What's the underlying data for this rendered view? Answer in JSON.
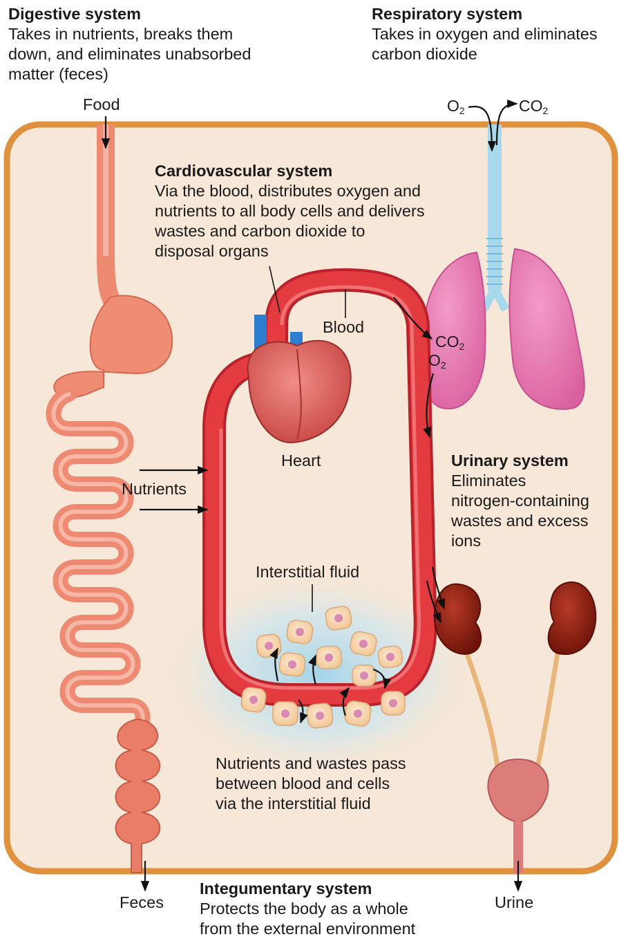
{
  "systems": {
    "digestive": {
      "title": "Digestive system",
      "lines": [
        "Takes in nutrients, breaks them",
        "down, and eliminates unabsorbed",
        "matter (feces)"
      ]
    },
    "respiratory": {
      "title": "Respiratory system",
      "lines": [
        "Takes in oxygen and eliminates",
        "carbon dioxide"
      ]
    },
    "cardiovascular": {
      "title": "Cardiovascular system",
      "lines": [
        "Via the blood, distributes oxygen and",
        "nutrients to all body cells and delivers",
        "wastes and carbon dioxide to",
        "disposal organs"
      ]
    },
    "urinary": {
      "title": "Urinary system",
      "lines": [
        "Eliminates",
        "nitrogen-containing",
        "wastes and excess",
        "ions"
      ]
    },
    "integumentary": {
      "title": "Integumentary system",
      "lines": [
        "Protects the body as a whole",
        "from the external environment"
      ]
    }
  },
  "labels": {
    "food": "Food",
    "feces": "Feces",
    "urine": "Urine",
    "nutrients": "Nutrients",
    "blood": "Blood",
    "heart": "Heart",
    "interstitial_fluid": "Interstitial fluid",
    "exchange_note": [
      "Nutrients and wastes pass",
      "between blood and cells",
      "via the interstitial fluid"
    ]
  },
  "gases": {
    "o2": {
      "text": "O",
      "sub": "2"
    },
    "co2": {
      "text": "CO",
      "sub": "2"
    }
  },
  "colors": {
    "body_fill": "#f6e7d8",
    "body_border": "#e0913d",
    "gut": "#ee8a72",
    "blood_vessel": "#dc2e36",
    "lungs": "#e67bb2",
    "trachea": "#a8d8ec",
    "kidney": "#8e1d12",
    "ureter": "#e9b57a",
    "bladder": "#dd7d7b"
  }
}
